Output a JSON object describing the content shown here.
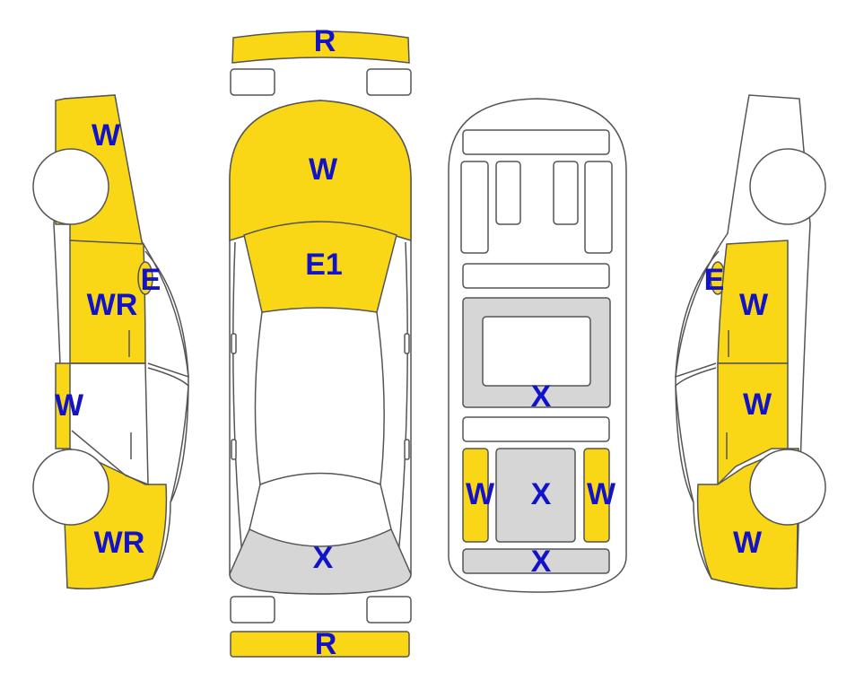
{
  "colors": {
    "damage": "#FAD716",
    "inspected": "#D6D6D6",
    "outline": "#555555",
    "label": "#1212C8",
    "body": "#FFFFFF"
  },
  "labels": {
    "left_front_wing": "W",
    "left_front_door_edge": "E",
    "left_front_door": "WR",
    "left_rear_door": "W",
    "left_rear_wing": "WR",
    "front_bumper": "R",
    "hood": "W",
    "windshield": "E1",
    "trunk_lid": "X",
    "rear_bumper": "R",
    "floor_center": "X",
    "floor_left_rail": "W",
    "floor_tunnel": "X",
    "floor_right_rail": "W",
    "floor_rear_panel": "X",
    "right_front_door_edge": "E",
    "right_front_door": "W",
    "right_rear_door": "W",
    "right_rear_wing": "W"
  }
}
